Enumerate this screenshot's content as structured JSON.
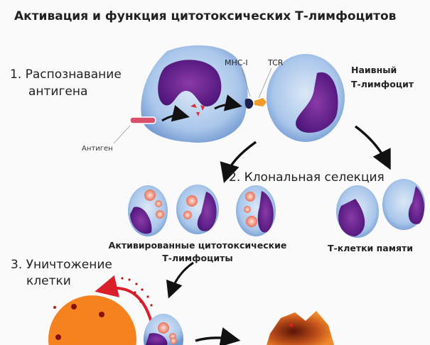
{
  "title": "Активация и функция цитотоксических Т-лимфоцитов",
  "step1": {
    "line1": "1. Распознавание",
    "line2": "антигена"
  },
  "labels": {
    "mhc": "MHC-I",
    "tcr": "TCR",
    "antigen": "Антиген"
  },
  "naive": {
    "line1": "Наивный",
    "line2": "Т-лимфоцит"
  },
  "step2": "2. Клональная селекция",
  "activated": {
    "line1": "Активированные цитотоксические",
    "line2": "Т-лимфоциты"
  },
  "memory": "Т-клетки памяти",
  "step3": {
    "line1": "3. Уничтожение",
    "line2": "клетки"
  },
  "colors": {
    "cell": "#a9c6ea",
    "nucleus": "#5e1a8a",
    "target": "#f5821f",
    "arrow": "#111111",
    "red_arrow": "#d9202a"
  }
}
